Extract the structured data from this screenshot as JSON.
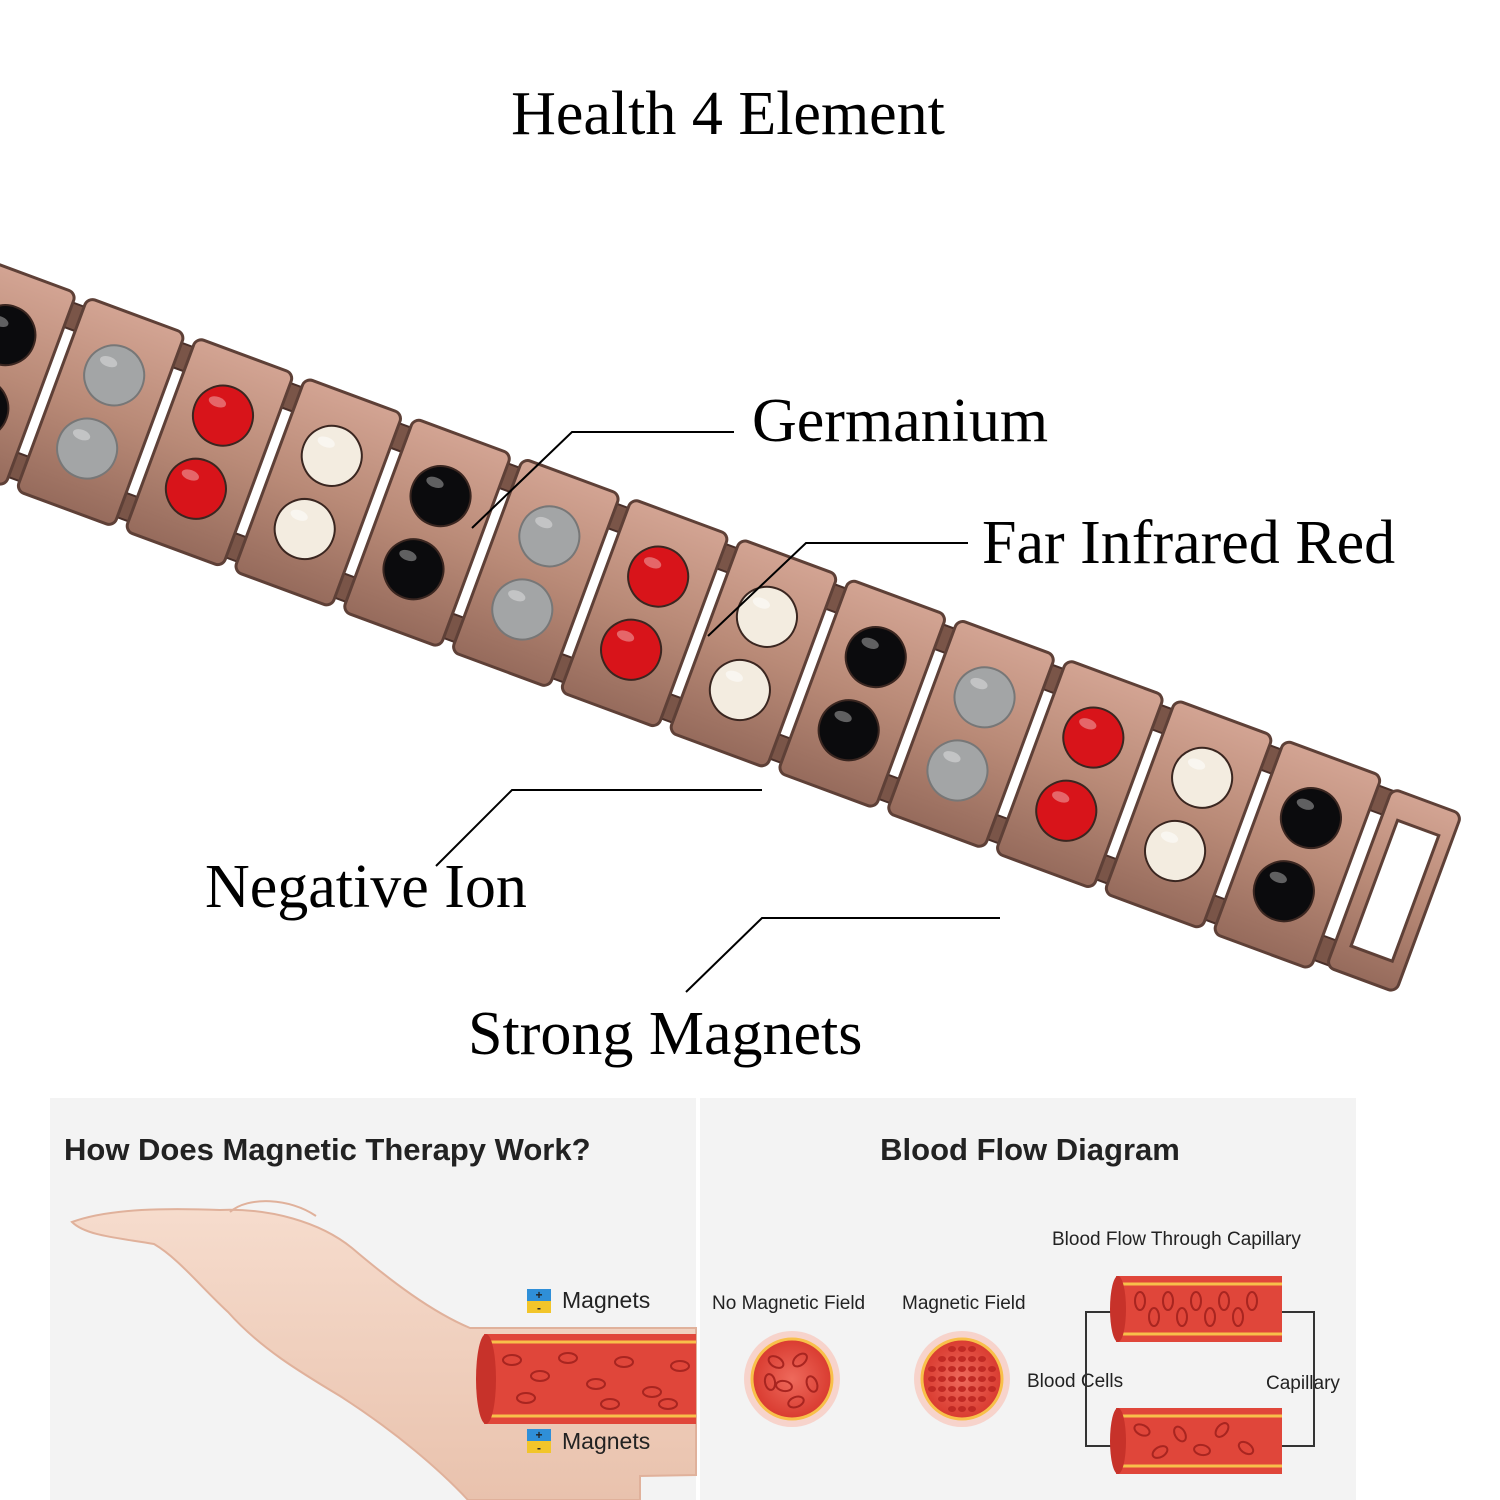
{
  "header": {
    "title": "Health 4 Element"
  },
  "callouts": {
    "germanium": "Germanium",
    "far_infrared": "Far Infrared Red",
    "negative_ion": "Negative Ion",
    "magnets": "Strong Magnets"
  },
  "therapy_panel": {
    "title": "How Does Magnetic Therapy Work?",
    "magnets_top": "Magnets",
    "magnets_bottom": "Magnets"
  },
  "blood_panel": {
    "title": "Blood Flow Diagram",
    "through_capillary": "Blood Flow Through Capillary",
    "no_field": "No Magnetic Field",
    "field": "Magnetic Field",
    "blood_cells": "Blood Cells",
    "capillary": "Capillary"
  },
  "colors": {
    "copper": "#b98a77",
    "copper_dark": "#7a5548",
    "red_element": "#d8141a",
    "black_element": "#0b0b0d",
    "white_element": "#f3ece0",
    "silver_element": "#a3a5a6",
    "vessel_red": "#e0463a"
  }
}
